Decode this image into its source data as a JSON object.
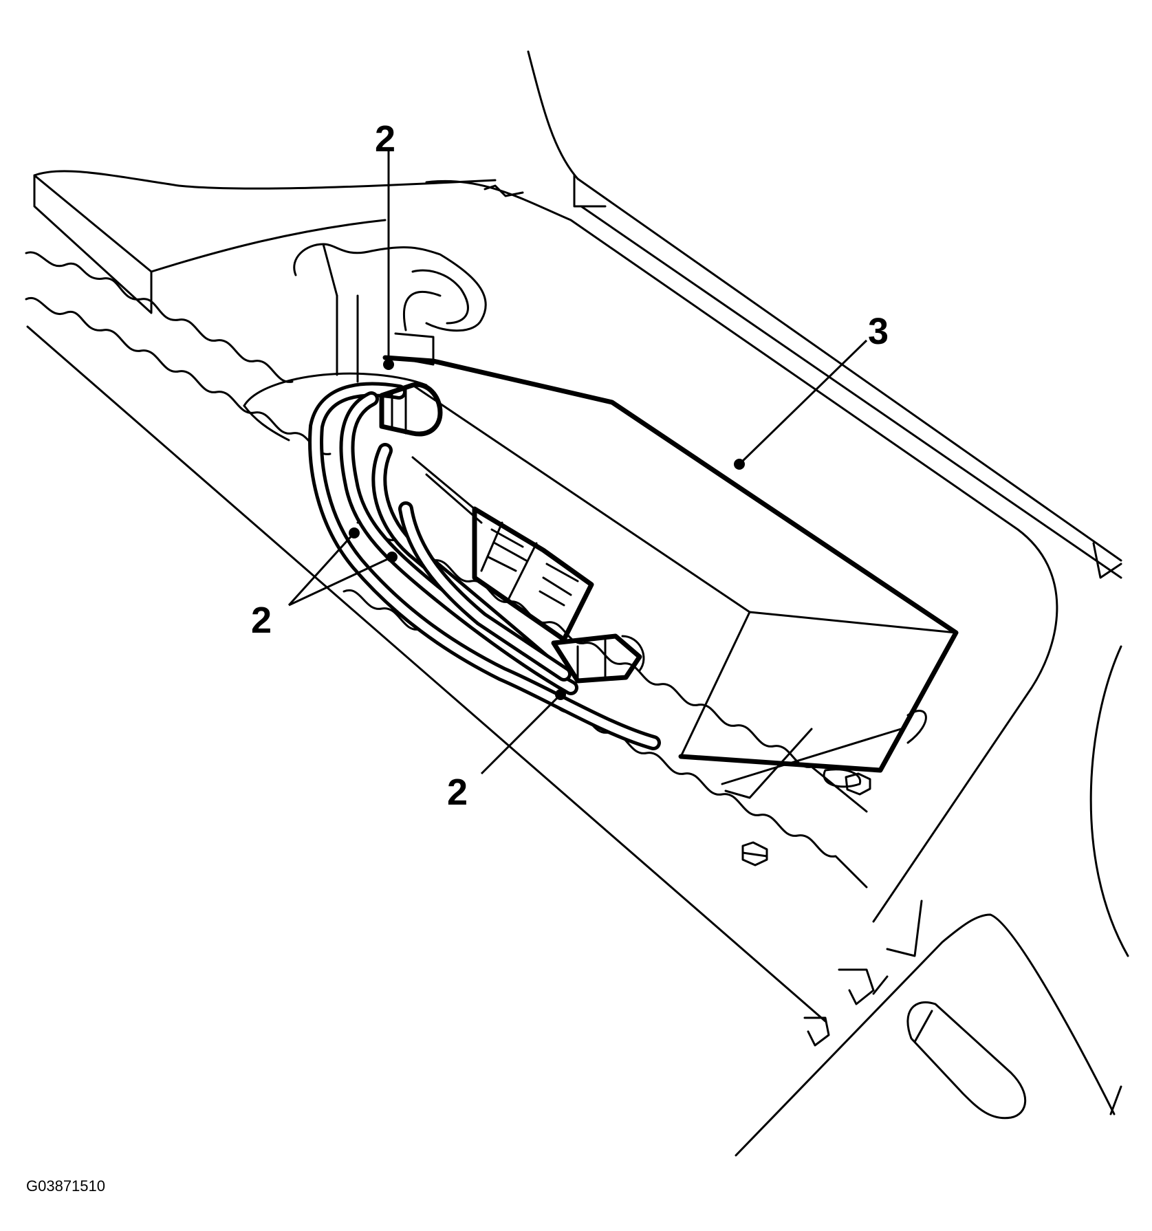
{
  "figure": {
    "id": "G03871510"
  },
  "callouts": [
    {
      "label": "2",
      "target": "harness-connector-top"
    },
    {
      "label": "3",
      "target": "module"
    },
    {
      "label": "2",
      "target": "harness-clips-left"
    },
    {
      "label": "2",
      "target": "harness-clip-bottom"
    }
  ],
  "colors": {
    "stroke": "#000000",
    "background": "#ffffff"
  }
}
